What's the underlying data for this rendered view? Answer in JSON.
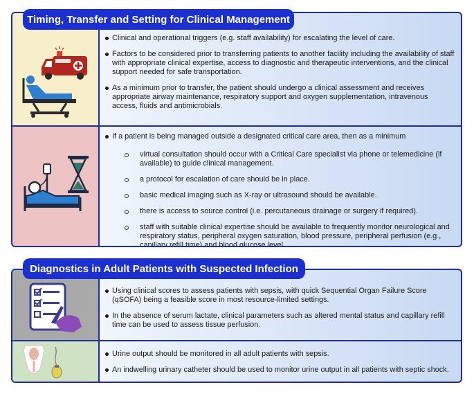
{
  "section1": {
    "title": "Timing, Transfer and Setting for Clinical Management",
    "row1": {
      "icon": "ambulance-patient-bed-icon",
      "bullets": [
        "Clinical and operational triggers (e.g. staff availability) for escalating the level of care.",
        "Factors to be considered prior to transferring patients to another facility including the availability of staff with appropriate clinical expertise, access to diagnostic and therapeutic interventions, and the clinical support needed for safe transportation.",
        "As a minimum prior to transfer, the patient should undergo a clinical assessment and receives appropriate airway maintenance, respiratory support and oxygen supplementation, intravenous access, fluids and antimicrobials."
      ]
    },
    "row2": {
      "icon": "hospital-bed-hourglass-icon",
      "lead": "If a patient is being managed outside a designated critical care area, then as a minimum",
      "sub_bullets": [
        "virtual consultation should occur with a Critical Care specialist via phone or telemedicine (if available) to guide clinical management.",
        "a protocol for escalation of care should be in place.",
        "basic medical imaging such as X-ray or ultrasound should be available.",
        "there is access to source control (i.e. percutaneous drainage or surgery if required).",
        "staff with suitable clinical expertise should be available to frequently monitor neurological and respiratory status, peripheral oxygen saturation, blood pressure, peripheral perfusion (e.g., capillary refill time) and blood glucose level."
      ]
    }
  },
  "section2": {
    "title": "Diagnostics in Adult Patients with Suspected Infection",
    "row1": {
      "icon": "checklist-clipboard-icon",
      "bullets": [
        "Using clinical scores to assess patients with sepsis, with quick Sequential Organ Failure Score (qSOFA) being a feasible score in most resource-limited settings.",
        "In the absence of serum lactate, clinical parameters such as altered mental status and capillary refill time can be used to assess tissue perfusion."
      ]
    },
    "row2": {
      "icon": "urinary-catheter-icon",
      "bullets": [
        "Urine output should be monitored in all adult patients with sepsis.",
        "An indwelling urinary catheter should be used to monitor urine output in all patients with septic shock."
      ]
    }
  },
  "colors": {
    "header_bg": "#1c2fd0",
    "border": "#1d2f9c",
    "row_yellow": "#f7efc9",
    "row_pink": "#eec3c3",
    "row_gray": "#a9a9a9",
    "row_green": "#cfe3c4"
  }
}
